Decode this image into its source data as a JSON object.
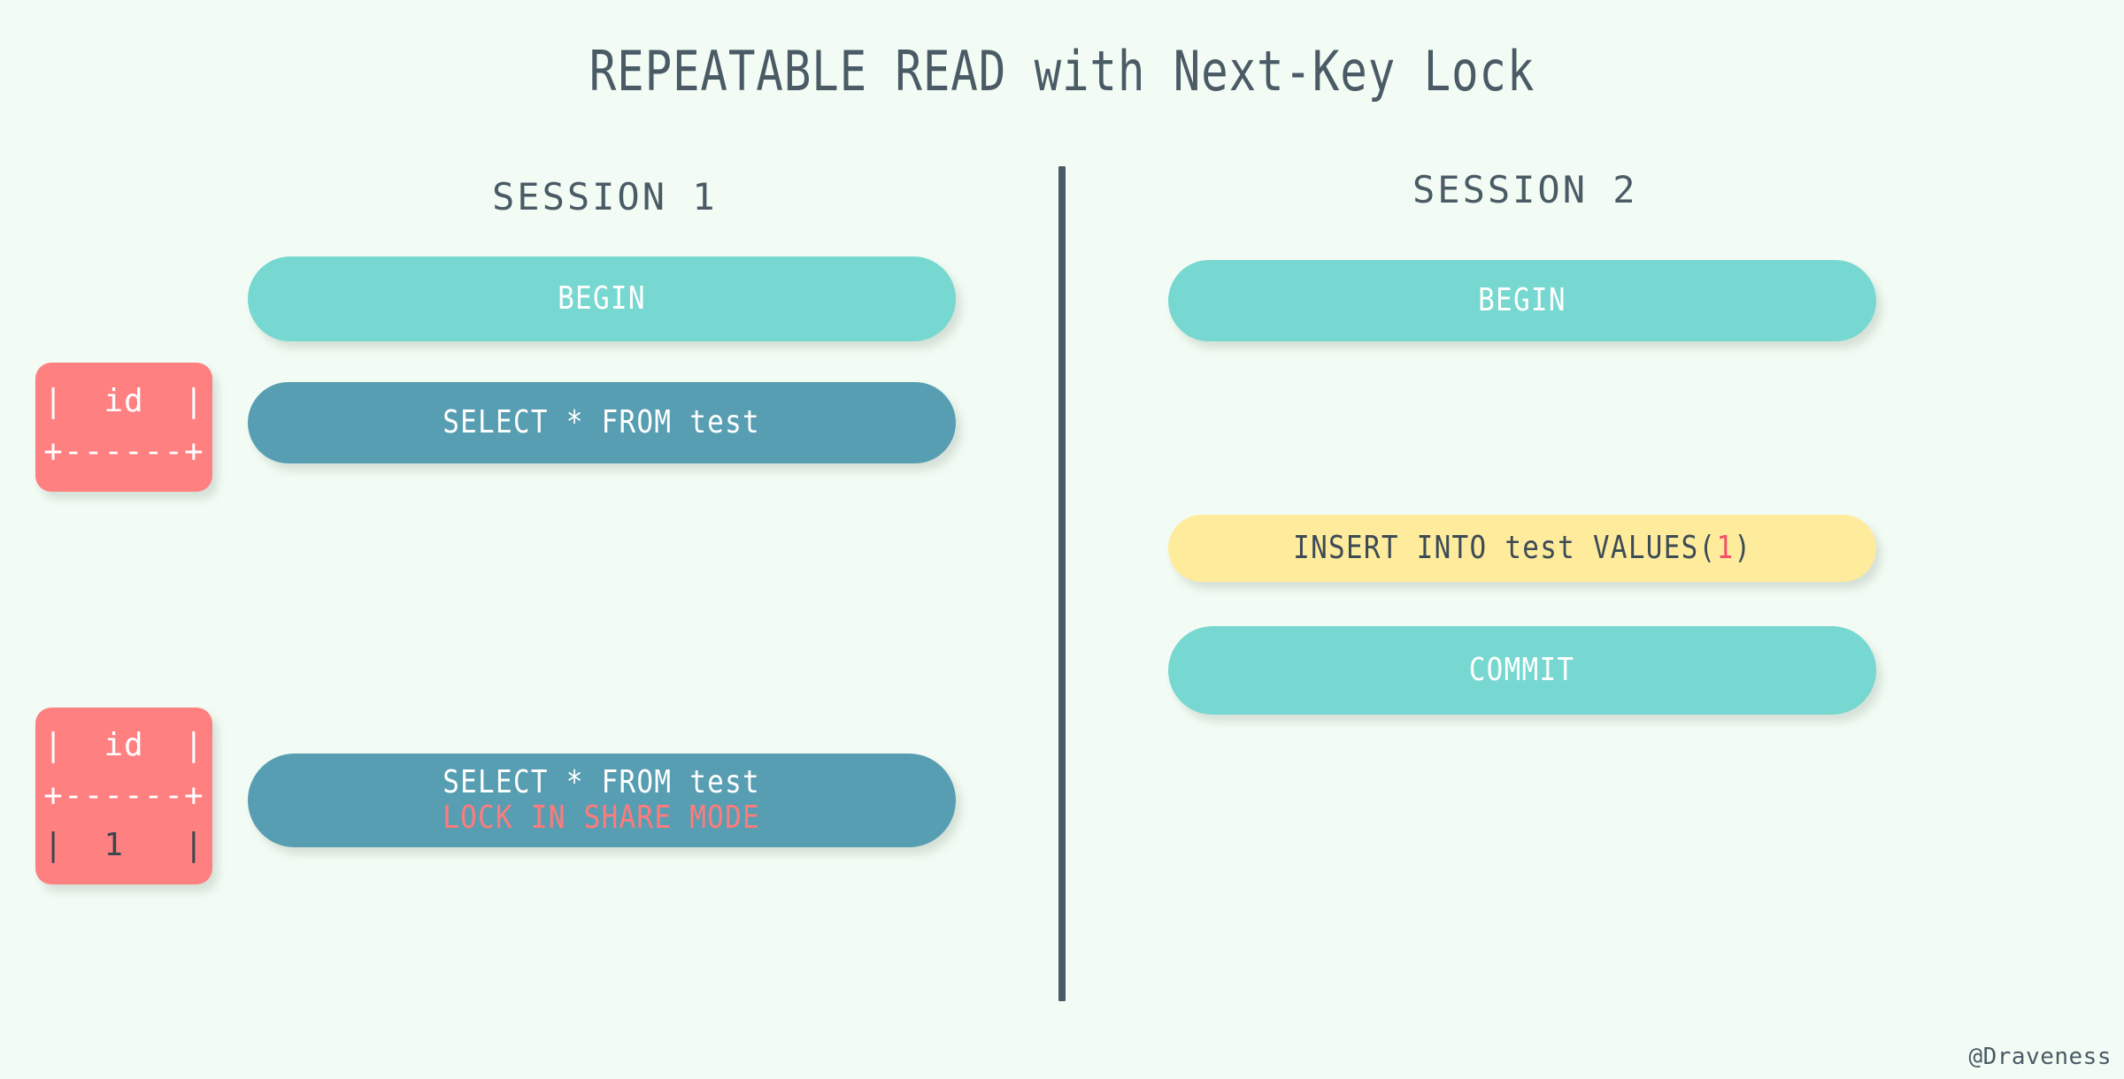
{
  "diagram": {
    "title": "REPEATABLE READ with Next-Key Lock",
    "watermark": "@Draveness",
    "background_color": "#f2fcf4",
    "divider_color": "#4a5b66"
  },
  "sessions": [
    {
      "header": "SESSION 1",
      "statements": [
        {
          "label": "BEGIN",
          "style": "mint"
        },
        {
          "label": "SELECT * FROM test",
          "style": "teal"
        },
        {
          "line1": "SELECT * FROM test",
          "line2": "LOCK IN SHARE MODE",
          "style": "teal"
        }
      ]
    },
    {
      "header": "SESSION 2",
      "statements": [
        {
          "label": "BEGIN",
          "style": "mint"
        },
        {
          "prefix": "INSERT INTO test VALUES(",
          "value": "1",
          "suffix": ")",
          "style": "amber"
        },
        {
          "label": "COMMIT",
          "style": "mint"
        }
      ]
    }
  ],
  "results": [
    {
      "rows": [
        {
          "text": "|  id  |",
          "color": "white"
        },
        {
          "text": "+------+",
          "color": "white"
        }
      ]
    },
    {
      "rows": [
        {
          "text": "|  id  |",
          "color": "white"
        },
        {
          "text": "+------+",
          "color": "white"
        },
        {
          "text": "|  1   |",
          "color": "dark"
        }
      ]
    }
  ],
  "colors": {
    "mint": "#76d8d0",
    "teal": "#589eb2",
    "amber": "#ffeb9c",
    "red_box": "#ff8080",
    "red_text": "#ff7b7b",
    "highlight": "#f4516c",
    "slate": "#4a5b66"
  }
}
